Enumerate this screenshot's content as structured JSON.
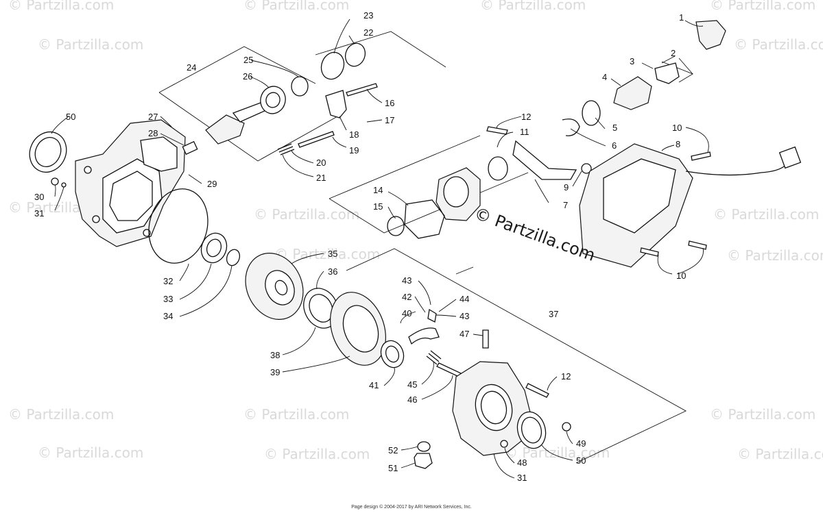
{
  "watermark": {
    "tile_text": "© Partzilla.com",
    "center_text": "© Partzilla.com"
  },
  "footer": {
    "text": "Page design © 2004-2017 by ARI Network Services, Inc."
  },
  "callouts": [
    {
      "id": "c1",
      "label": "1"
    },
    {
      "id": "c2",
      "label": "2"
    },
    {
      "id": "c3",
      "label": "3"
    },
    {
      "id": "c4",
      "label": "4"
    },
    {
      "id": "c5",
      "label": "5"
    },
    {
      "id": "c6",
      "label": "6"
    },
    {
      "id": "c7",
      "label": "7"
    },
    {
      "id": "c8",
      "label": "8"
    },
    {
      "id": "c9",
      "label": "9"
    },
    {
      "id": "c10a",
      "label": "10"
    },
    {
      "id": "c10b",
      "label": "10"
    },
    {
      "id": "c11",
      "label": "11"
    },
    {
      "id": "c12a",
      "label": "12"
    },
    {
      "id": "c12b",
      "label": "12"
    },
    {
      "id": "c14",
      "label": "14"
    },
    {
      "id": "c15",
      "label": "15"
    },
    {
      "id": "c16",
      "label": "16"
    },
    {
      "id": "c17",
      "label": "17"
    },
    {
      "id": "c18",
      "label": "18"
    },
    {
      "id": "c19",
      "label": "19"
    },
    {
      "id": "c20",
      "label": "20"
    },
    {
      "id": "c21",
      "label": "21"
    },
    {
      "id": "c22",
      "label": "22"
    },
    {
      "id": "c23",
      "label": "23"
    },
    {
      "id": "c24",
      "label": "24"
    },
    {
      "id": "c25",
      "label": "25"
    },
    {
      "id": "c26",
      "label": "26"
    },
    {
      "id": "c27",
      "label": "27"
    },
    {
      "id": "c28",
      "label": "28"
    },
    {
      "id": "c29",
      "label": "29"
    },
    {
      "id": "c30",
      "label": "30"
    },
    {
      "id": "c31a",
      "label": "31"
    },
    {
      "id": "c31b",
      "label": "31"
    },
    {
      "id": "c32",
      "label": "32"
    },
    {
      "id": "c33",
      "label": "33"
    },
    {
      "id": "c34",
      "label": "34"
    },
    {
      "id": "c35",
      "label": "35"
    },
    {
      "id": "c36",
      "label": "36"
    },
    {
      "id": "c37",
      "label": "37"
    },
    {
      "id": "c38",
      "label": "38"
    },
    {
      "id": "c39",
      "label": "39"
    },
    {
      "id": "c40",
      "label": "40"
    },
    {
      "id": "c41",
      "label": "41"
    },
    {
      "id": "c42",
      "label": "42"
    },
    {
      "id": "c43a",
      "label": "43"
    },
    {
      "id": "c43b",
      "label": "43"
    },
    {
      "id": "c44",
      "label": "44"
    },
    {
      "id": "c45",
      "label": "45"
    },
    {
      "id": "c46",
      "label": "46"
    },
    {
      "id": "c47",
      "label": "47"
    },
    {
      "id": "c48",
      "label": "48"
    },
    {
      "id": "c49",
      "label": "49"
    },
    {
      "id": "c50a",
      "label": "50"
    },
    {
      "id": "c50b",
      "label": "50"
    },
    {
      "id": "c51",
      "label": "51"
    },
    {
      "id": "c52",
      "label": "52"
    }
  ]
}
